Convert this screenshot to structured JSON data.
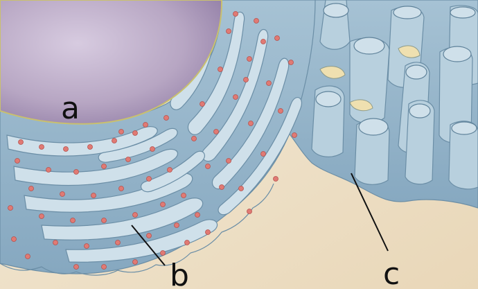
{
  "labels": {
    "a": "a",
    "b": "b",
    "c": "c"
  },
  "colors": {
    "background": "#efe3cc",
    "nucleus": "#b9a8c4",
    "membrane": "#8fb0c6",
    "lumen": "#c9dbe6",
    "outline": "#6b8ea6",
    "ribosome": "#e07a74",
    "label_text": "#111111"
  }
}
